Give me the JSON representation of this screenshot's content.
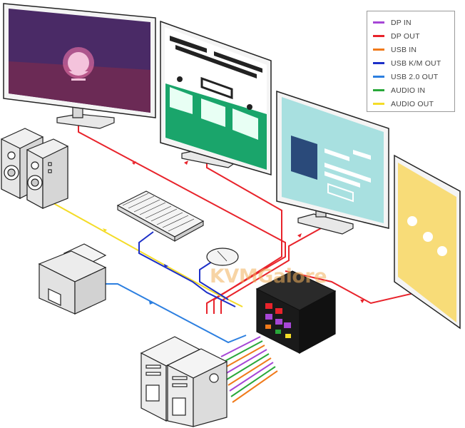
{
  "legend": {
    "items": [
      {
        "label": "DP IN",
        "color": "#a646d6"
      },
      {
        "label": "DP OUT",
        "color": "#e8232b"
      },
      {
        "label": "USB IN",
        "color": "#f07a1a"
      },
      {
        "label": "USB K/M OUT",
        "color": "#1c2fc8"
      },
      {
        "label": "USB 2.0 OUT",
        "color": "#2c7fe0"
      },
      {
        "label": "AUDIO IN",
        "color": "#29a83a"
      },
      {
        "label": "AUDIO OUT",
        "color": "#f4dc28"
      }
    ]
  },
  "watermark": "KVMGalore",
  "screen_colors": {
    "monitor1_bg": "#4a2a66",
    "monitor1_bottom": "#6b2a55",
    "monitor2_accent": "#1aa56b",
    "monitor3_bg": "#a8e0e0",
    "monitor3_box": "#2a4a7a",
    "monitor4_bg": "#f8dc78"
  }
}
